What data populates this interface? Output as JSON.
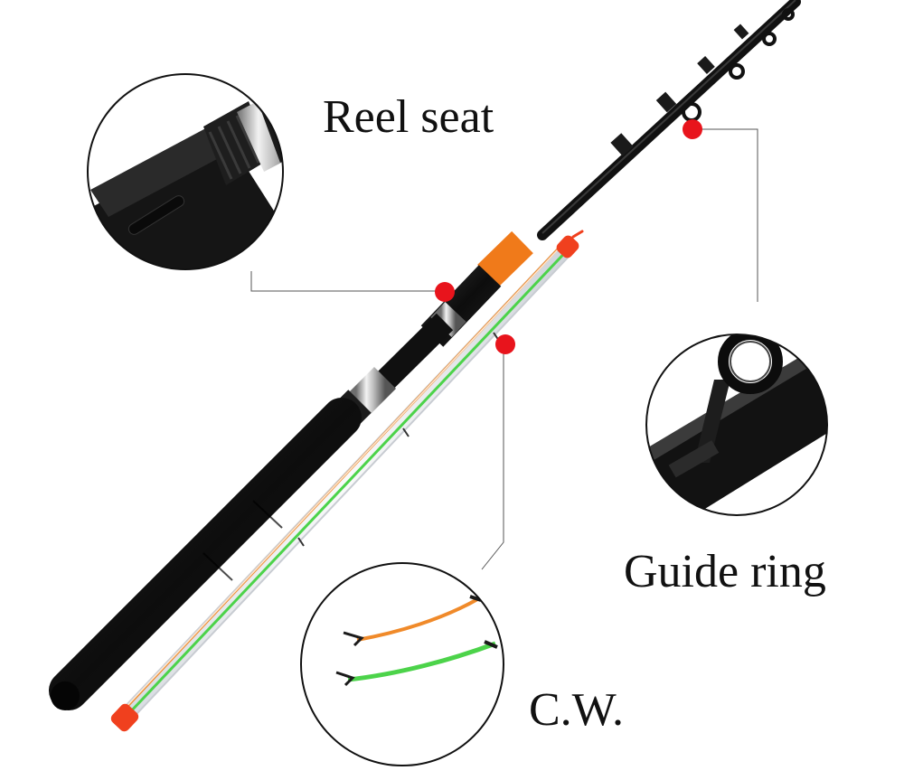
{
  "labels": {
    "reel_seat": "Reel seat",
    "guide_ring": "Guide ring",
    "cw": "C.W."
  },
  "colors": {
    "callout_dot": "#e8141c",
    "rod_black": "#111111",
    "foam_orange": "#f07a1a",
    "tip_green": "#4cd34a",
    "tip_orange": "#f08a2a",
    "cap_red": "#f0401e",
    "metal": "#c9c9c9",
    "leader_line": "#555555"
  }
}
